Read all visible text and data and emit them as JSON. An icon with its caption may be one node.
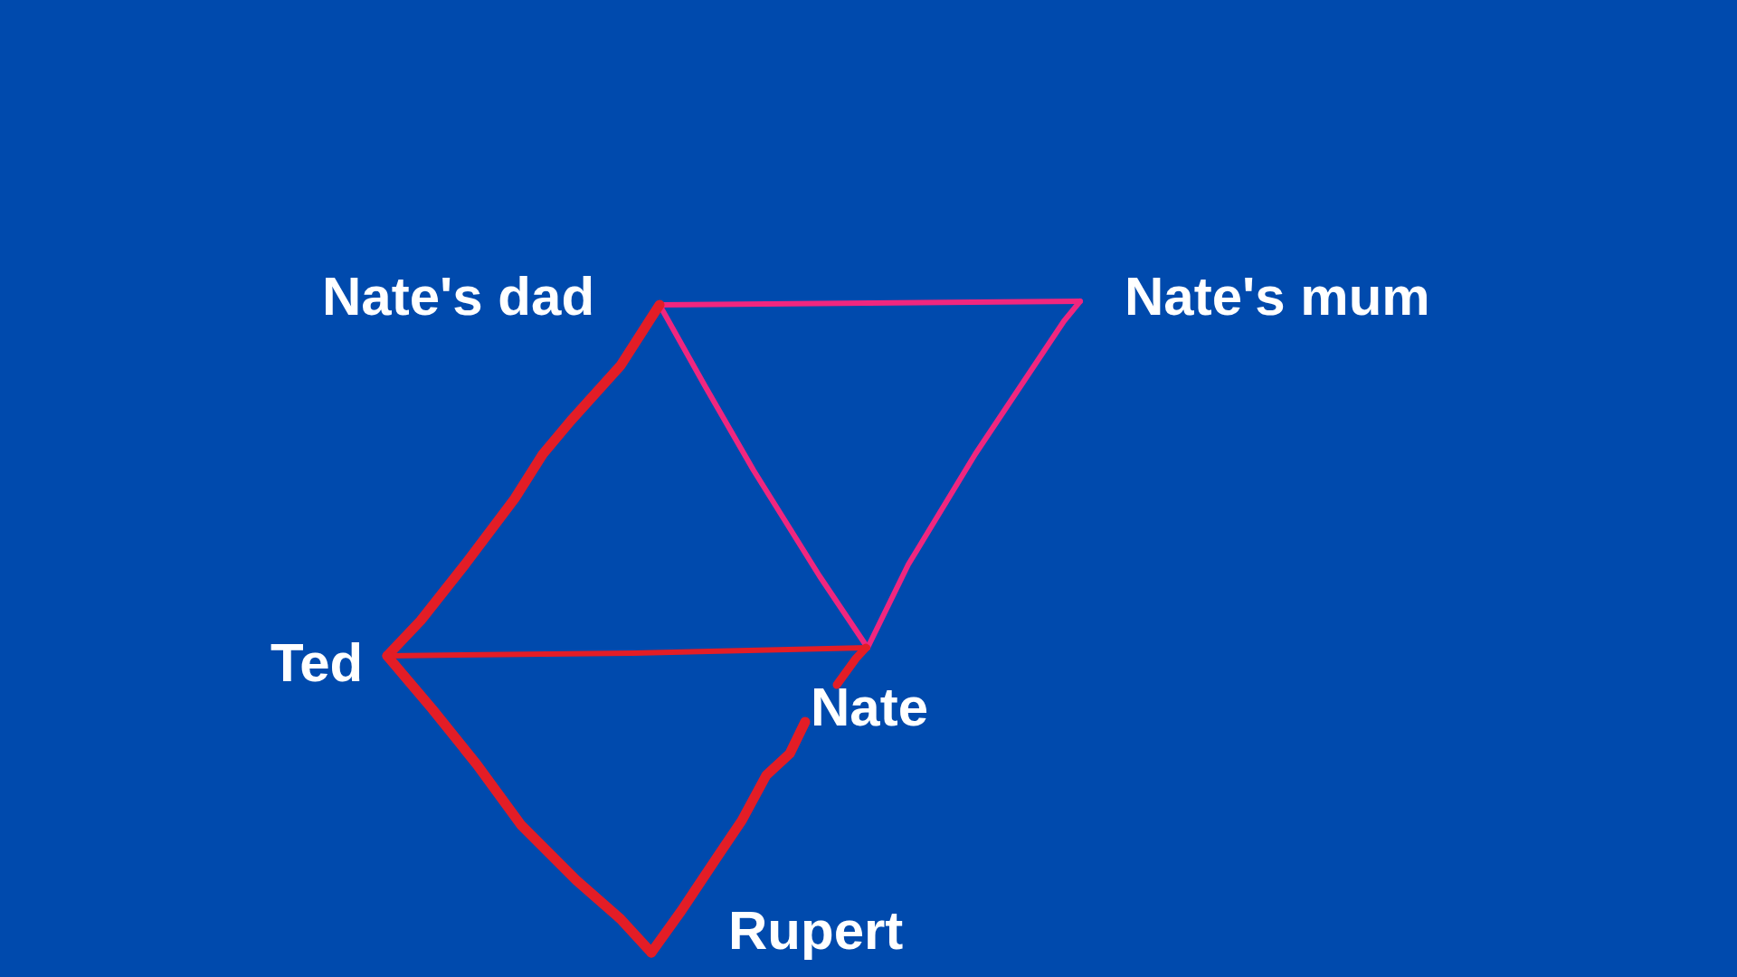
{
  "diagram": {
    "nodes": [
      {
        "text": [
          "Nate's dad"
        ]
      },
      {
        "text": [
          "Nate's mum"
        ]
      },
      {
        "text": [
          "Ted"
        ]
      },
      {
        "text": [
          "Nate"
        ]
      },
      {
        "text": [
          "Rupert"
        ]
      }
    ],
    "edges": [
      {
        "from": 0,
        "to": 1,
        "arrow": "none",
        "color": "#f0267f"
      },
      {
        "from": 0,
        "to": 3,
        "arrow": "none",
        "color": "#f0267f"
      },
      {
        "from": 1,
        "to": 3,
        "arrow": "none",
        "color": "#f0267f"
      },
      {
        "from": 0,
        "to": 2,
        "arrow": "none",
        "style": "thick"
      },
      {
        "from": 2,
        "to": 3,
        "arrow": "none"
      },
      {
        "from": 2,
        "to": 4,
        "arrow": "none",
        "style": "thick"
      },
      {
        "from": 4,
        "to": 3,
        "arrow": "none",
        "style": "thick"
      }
    ]
  }
}
